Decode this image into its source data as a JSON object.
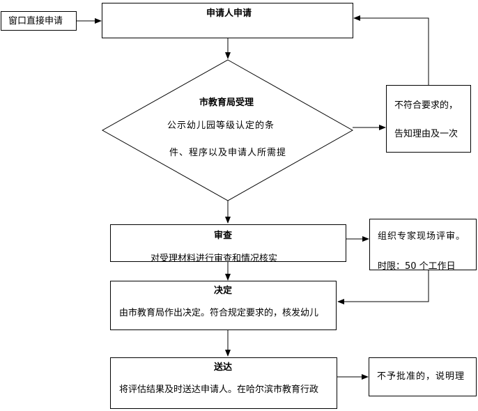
{
  "window_box": {
    "text": "窗口直接申请"
  },
  "applicant_box": {
    "title": "申请人申请"
  },
  "accept_diamond": {
    "title": "市教育局受理",
    "line1": "公示幼儿园等级认定的条",
    "line2": "件、程序以及申请人所需提"
  },
  "nonconform_box": {
    "line1": "不符合要求的，",
    "line2": "告知理由及一次"
  },
  "review_box": {
    "title": "审查",
    "line1": "对受理材料进行审查和情况核实"
  },
  "expert_box": {
    "line1": "组织专家现场评审。",
    "line2": "时限：50 个工作日"
  },
  "decision_box": {
    "title": "决定",
    "line1": "由市教育局作出决定。符合规定要求的，核发幼儿"
  },
  "deliver_box": {
    "title": "送达",
    "line1": "将评估结果及时送达申请人。在哈尔滨市教育行政"
  },
  "reject_box": {
    "line1": "不予批准的，说明理"
  }
}
